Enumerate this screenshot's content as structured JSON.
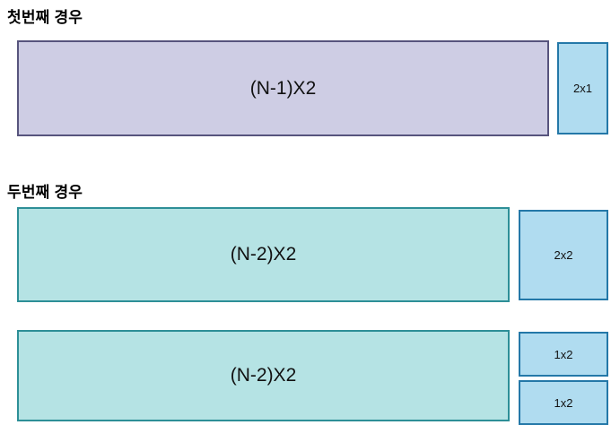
{
  "colors": {
    "background": "#ffffff",
    "lavender_fill": "#cecde4",
    "lavender_border": "#57547d",
    "teal_fill": "#b5e3e4",
    "teal_border": "#2d8f97",
    "blue_fill": "#b0dcf0",
    "blue_border": "#2478a8",
    "text": "#111111"
  },
  "sections": [
    {
      "heading": "첫번째 경우",
      "rows": [
        {
          "main": {
            "label": "(N-1)X2"
          },
          "side": [
            {
              "label": "2x1"
            }
          ]
        }
      ]
    },
    {
      "heading": "두번째 경우",
      "rows": [
        {
          "main": {
            "label": "(N-2)X2"
          },
          "side": [
            {
              "label": "2x2"
            }
          ]
        },
        {
          "main": {
            "label": "(N-2)X2"
          },
          "side": [
            {
              "label": "1x2"
            },
            {
              "label": "1x2"
            }
          ]
        }
      ]
    }
  ]
}
